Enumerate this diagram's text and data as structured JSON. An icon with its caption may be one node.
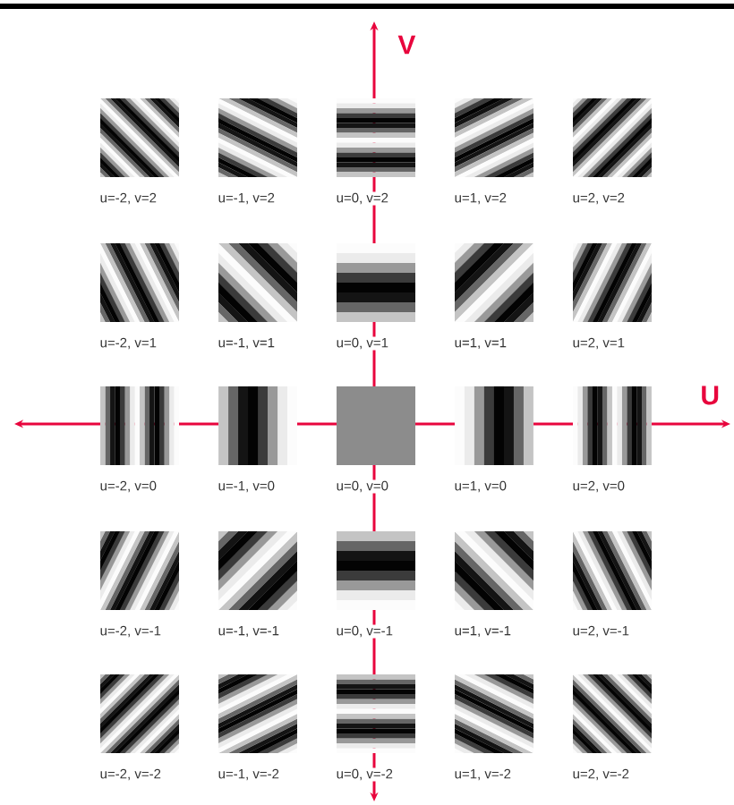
{
  "diagram": {
    "labels": [
      "V",
      "u=-2, v=2",
      "u=-1, v=2",
      "u=0, v=2",
      "u=1, v=2",
      "u=2, v=2",
      "u=-2, v=1",
      "u=-1, v=1",
      "u=0, v=1",
      "u=1, v=1",
      "u=2, v=1",
      "U",
      "u=-2, v=0",
      "u=-1, v=0",
      "u=0, v=0",
      "u=1, v=0",
      "u=2, v=0",
      "u=-2, v=-1",
      "u=-1, v=-1",
      "u=0, v=-1",
      "u=1, v=-1",
      "u=2, v=-1",
      "u=-2, v=-2",
      "u=-1, v=-2",
      "u=0, v=-2",
      "u=1, v=-2",
      "u=2, v=-2"
    ]
  }
}
